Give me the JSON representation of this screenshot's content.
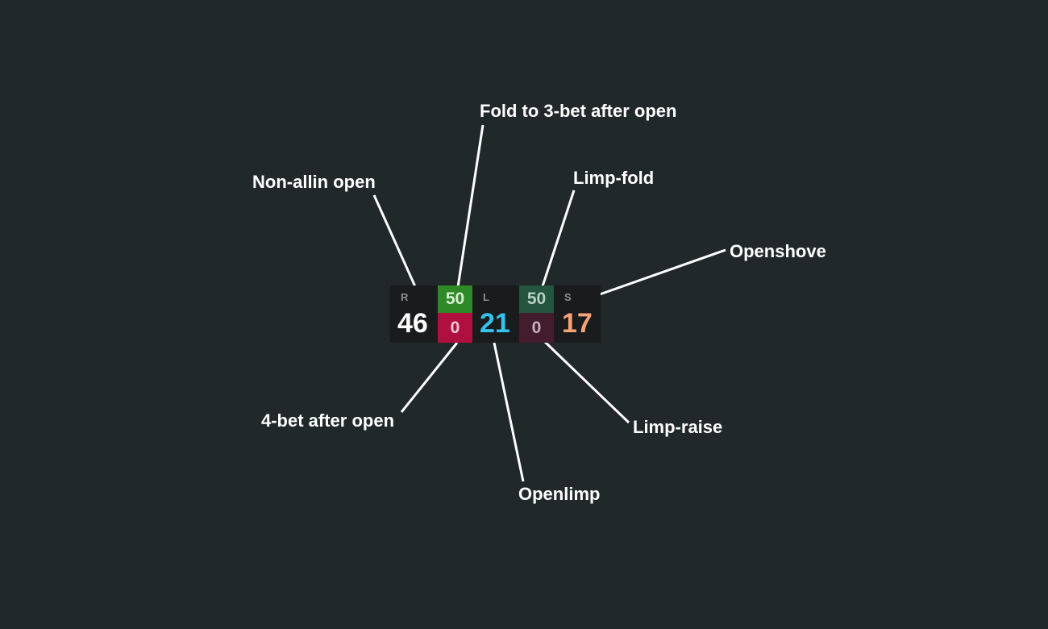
{
  "colors": {
    "background": "#212829",
    "hud_background": "#1a1b1d",
    "label": "#ffffff",
    "open_value": "#ffffff",
    "fold_3bet_bg": "#2d8a26",
    "fold_3bet_text": "#d8eed2",
    "four_bet_bg": "#b0103f",
    "four_bet_text": "#f3c7d3",
    "openlimp_value": "#35c3ee",
    "limp_fold_bg": "#24553e",
    "limp_fold_text": "#b9d0c3",
    "limp_raise_bg": "#431d2e",
    "limp_raise_text": "#c8b0bc",
    "openshove_value": "#f6a37a"
  },
  "hud": {
    "raise": {
      "letter": "R",
      "value": "46"
    },
    "fold_to_3bet": {
      "value": "50"
    },
    "four_bet": {
      "value": "0"
    },
    "limp": {
      "letter": "L",
      "value": "21"
    },
    "limp_fold": {
      "value": "50"
    },
    "limp_raise": {
      "value": "0"
    },
    "shove": {
      "letter": "S",
      "value": "17"
    }
  },
  "annotations": {
    "non_allin_open": "Non-allin open",
    "fold_to_3bet_after_open": "Fold to 3-bet after open",
    "limp_fold": "Limp-fold",
    "openshove": "Openshove",
    "four_bet_after_open": "4-bet after open",
    "openlimp": "Openlimp",
    "limp_raise": "Limp-raise"
  }
}
